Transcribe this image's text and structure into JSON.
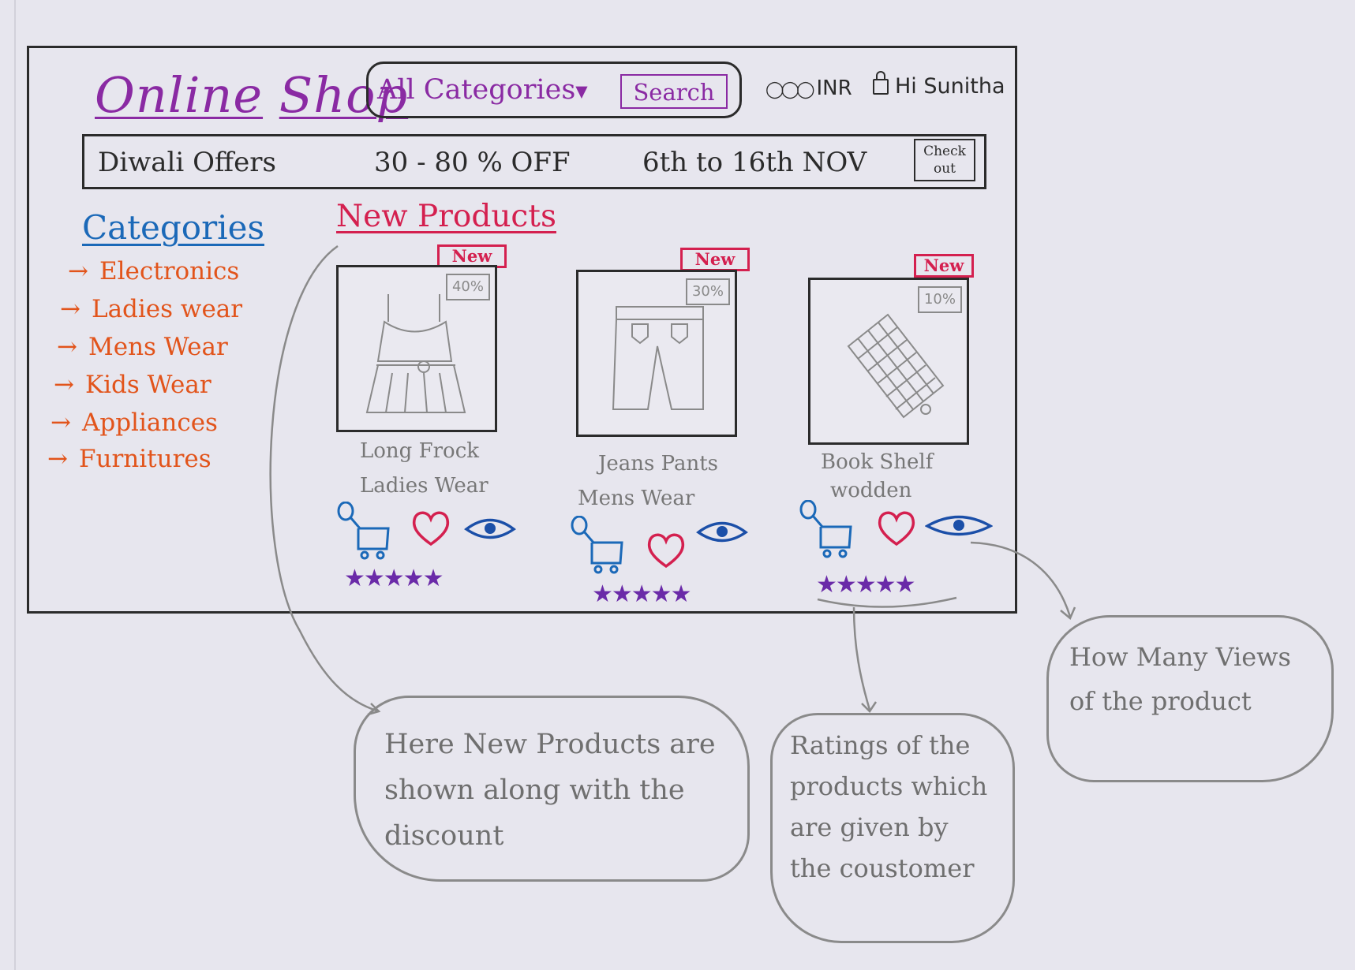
{
  "header": {
    "logo_word1": "Online",
    "logo_word2": "Shop",
    "category_select": "All Categories",
    "search_button": "Search",
    "currency": "INR",
    "greeting": "Hi Sunitha"
  },
  "offer": {
    "title": "Diwali Offers",
    "discount": "30 - 80 % OFF",
    "dates": "6th to 16th NOV",
    "checkout_line1": "Check",
    "checkout_line2": "out"
  },
  "sidebar": {
    "heading": "Categories",
    "items": [
      {
        "label": "Electronics"
      },
      {
        "label": "Ladies wear"
      },
      {
        "label": "Mens Wear"
      },
      {
        "label": "Kids Wear"
      },
      {
        "label": "Appliances"
      },
      {
        "label": "Furnitures"
      }
    ]
  },
  "main": {
    "heading": "New Products",
    "products": [
      {
        "badge": "New",
        "discount": "40%",
        "name": "Long Frock",
        "category": "Ladies Wear",
        "rating": 5,
        "icon": "dress-icon"
      },
      {
        "badge": "New",
        "discount": "30%",
        "name": "Jeans Pants",
        "category": "Mens Wear",
        "rating": 5,
        "icon": "pants-icon"
      },
      {
        "badge": "New",
        "discount": "10%",
        "name": "Book Shelf",
        "category": "wodden",
        "rating": 5,
        "icon": "shelf-icon"
      }
    ]
  },
  "annotations": {
    "new_products": "Here New Products are shown along with the discount",
    "ratings": "Ratings of the products which are given by the coustomer",
    "views": "How Many Views of the product"
  },
  "colors": {
    "logo": "#8a2aa3",
    "categories_heading": "#1b69b8",
    "category_items": "#e2541b",
    "new_products": "#d4204f",
    "stars": "#6a2aa8",
    "icons": "#1b69b8"
  }
}
